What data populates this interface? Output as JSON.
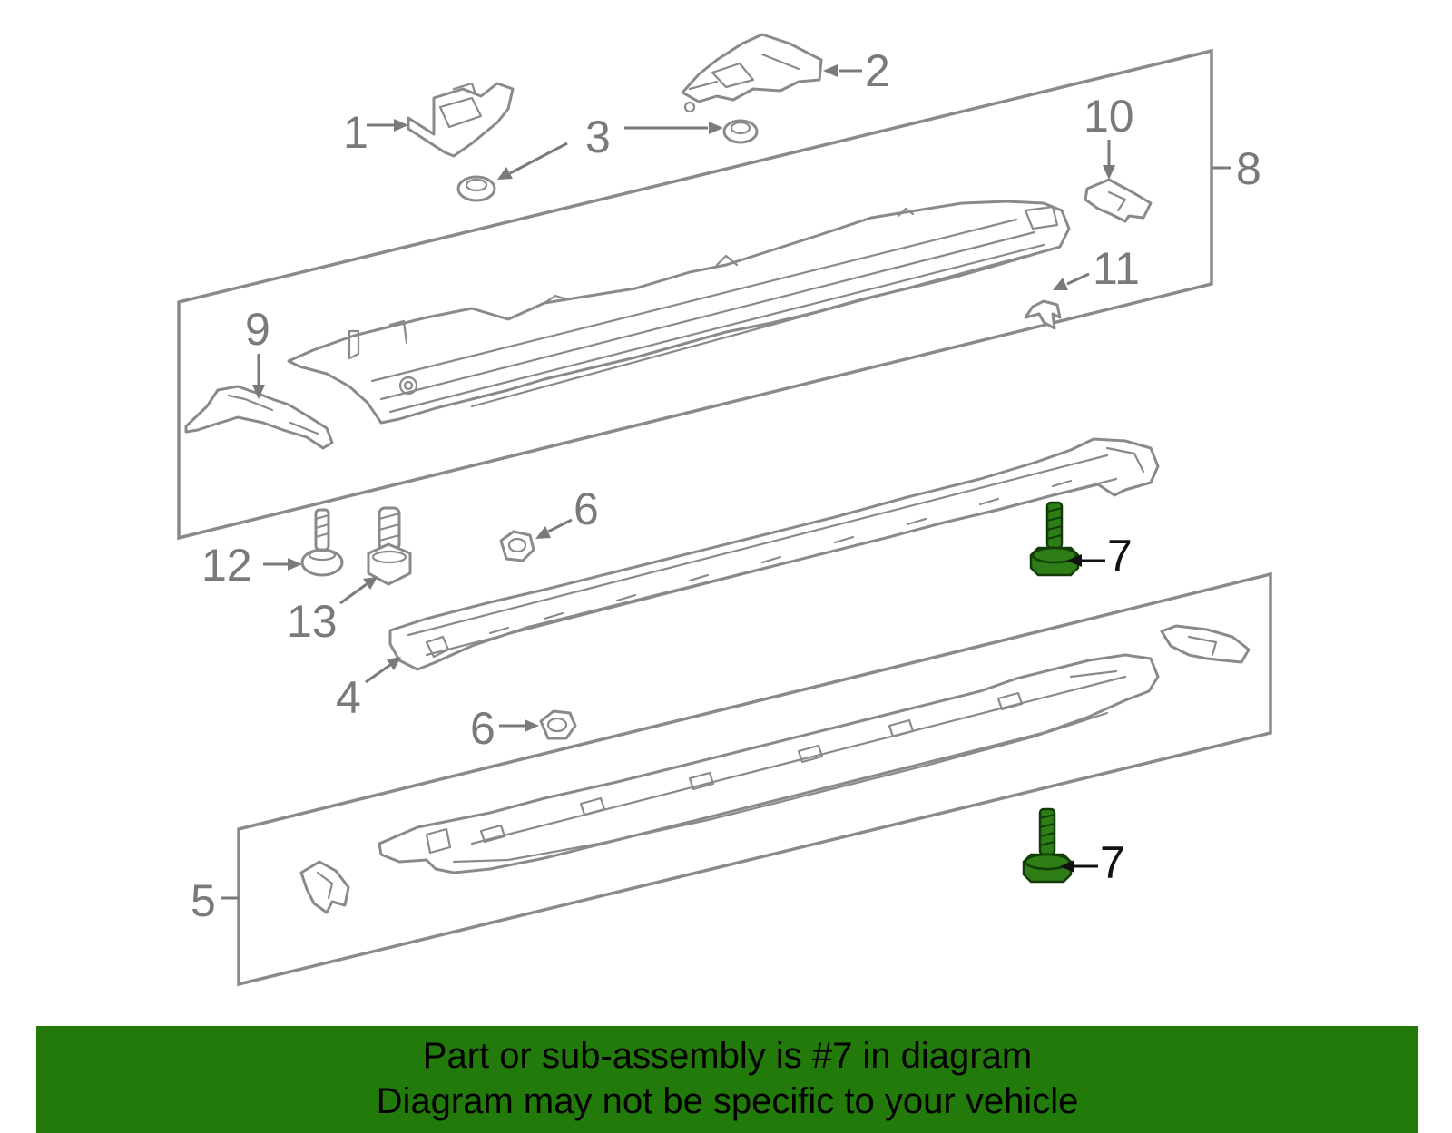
{
  "diagram": {
    "callouts": {
      "c1": "1",
      "c2": "2",
      "c3": "3",
      "c4": "4",
      "c5": "5",
      "c6a": "6",
      "c6b": "6",
      "c7a": "7",
      "c7b": "7",
      "c8": "8",
      "c9": "9",
      "c10": "10",
      "c11": "11",
      "c12": "12",
      "c13": "13"
    },
    "highlighted_part": "7",
    "colors": {
      "highlight": "#2e7d16",
      "banner": "#217a09",
      "line_art": "#8a8a8a"
    }
  },
  "banner": {
    "line1": "Part or sub-assembly is #7 in diagram",
    "line2": "Diagram may not be specific to your vehicle"
  }
}
